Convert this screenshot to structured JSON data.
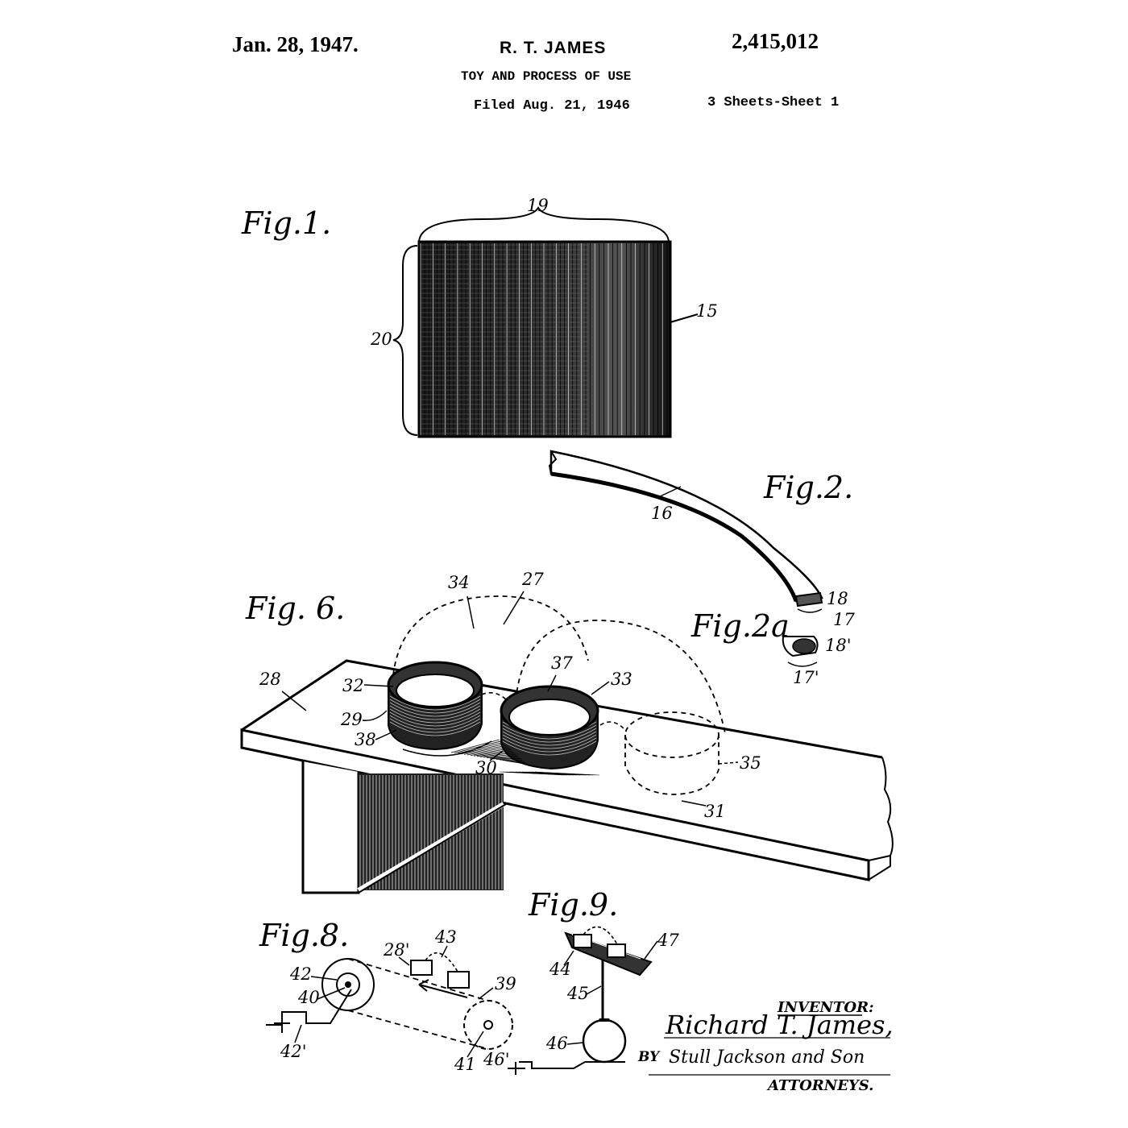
{
  "header": {
    "date": "Jan. 28, 1947.",
    "inventor": "R. T. JAMES",
    "patent_number": "2,415,012",
    "title": "TOY AND PROCESS OF USE",
    "filed": "Filed Aug. 21, 1946",
    "sheets": "3 Sheets-Sheet 1"
  },
  "figures": {
    "fig1": "Fig.1.",
    "fig2": "Fig.2.",
    "fig2a": "Fig.2a",
    "fig6": "Fig. 6.",
    "fig8": "Fig.8.",
    "fig9": "Fig.9."
  },
  "labels": {
    "l19": "19",
    "l20": "20",
    "l15": "15",
    "l16": "16",
    "l18": "18",
    "l17": "17",
    "l18p": "18'",
    "l17p": "17'",
    "l34": "34",
    "l27": "27",
    "l28": "28",
    "l32": "32",
    "l37": "37",
    "l33": "33",
    "l29": "29",
    "l38": "38",
    "l30": "30",
    "l35": "35",
    "l31": "31",
    "l43": "43",
    "l28p": "28'",
    "l42": "42",
    "l40": "40",
    "l39": "39",
    "l42p": "42'",
    "l41": "41",
    "l46p": "46'",
    "l47": "47",
    "l44": "44",
    "l45": "45",
    "l46": "46"
  },
  "signature": {
    "inventor_caption": "INVENTOR:",
    "inventor_name": "Richard T. James,",
    "by": "BY",
    "attorney_signature": "Stull Jackson and Son",
    "attorneys_caption": "ATTORNEYS."
  }
}
